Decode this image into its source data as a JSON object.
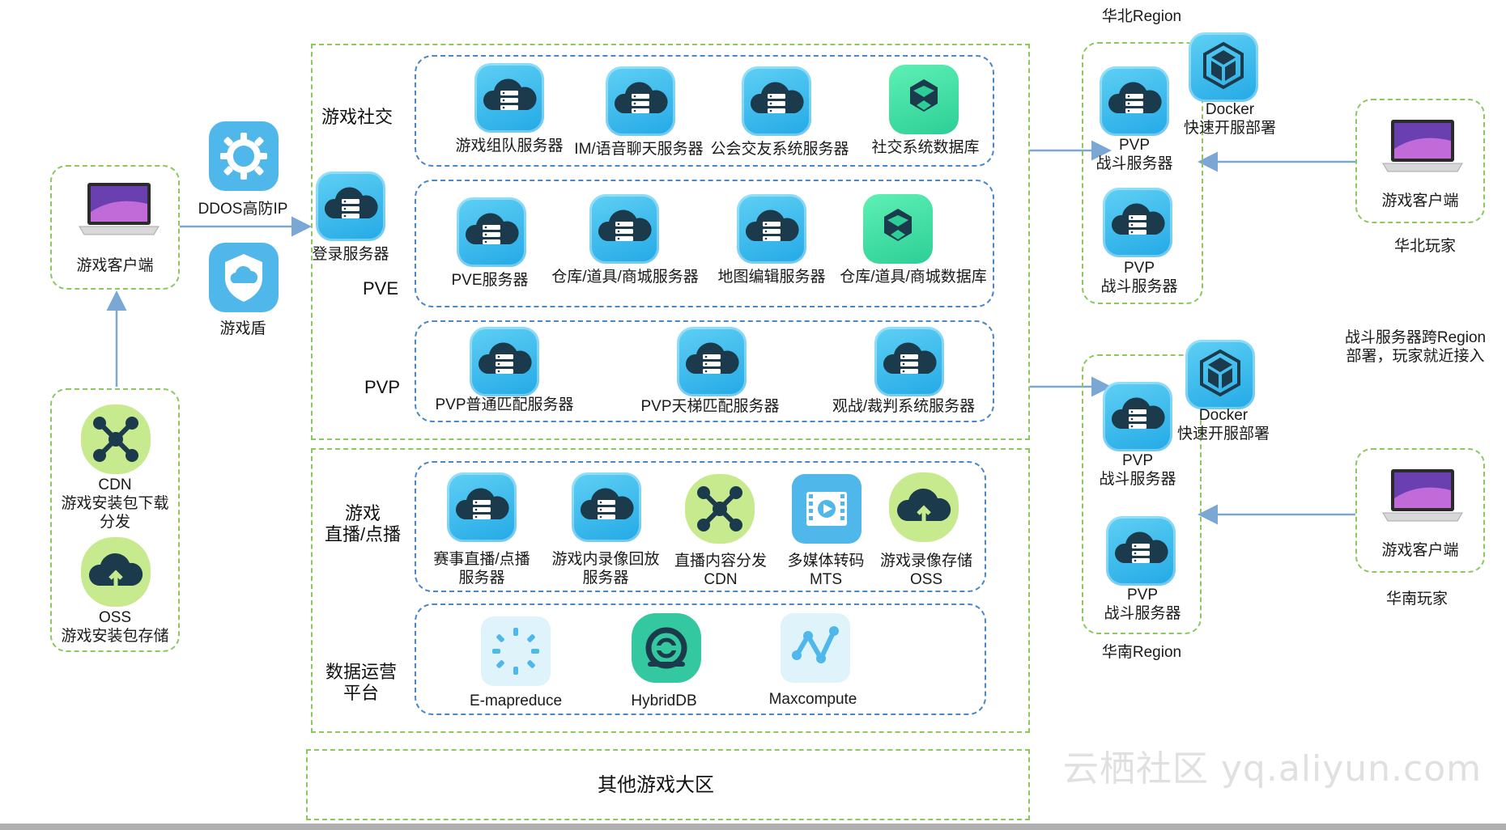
{
  "colors": {
    "green_dash": "#8cc760",
    "blue_dash": "#4a86c8",
    "arrow": "#7aa7d3",
    "icon_blue": "#23a9e6",
    "icon_green": "#2ccf96"
  },
  "left": {
    "client_label": "游戏客户端",
    "ddos_label": "DDOS高防IP",
    "shield_label": "游戏盾",
    "cdn_label": "CDN\n游戏安装包下载\n分发",
    "oss_label": "OSS\n游戏安装包存储"
  },
  "login_label": "登录服务器",
  "sections": {
    "social": {
      "title": "游戏社交",
      "items": [
        "游戏组队服务器",
        "IM/语音聊天服务器",
        "公会交友系统服务器",
        "社交系统数据库"
      ]
    },
    "pve": {
      "title": "PVE",
      "items": [
        "PVE服务器",
        "仓库/道具/商城服务器",
        "地图编辑服务器",
        "仓库/道具/商城数据库"
      ]
    },
    "pvp": {
      "title": "PVP",
      "items": [
        "PVP普通匹配服务器",
        "PVP天梯匹配服务器",
        "观战/裁判系统服务器"
      ]
    },
    "live": {
      "title": "游戏\n直播/点播",
      "items": [
        "赛事直播/点播\n服务器",
        "游戏内录像回放\n服务器",
        "直播内容分发\nCDN",
        "多媒体转码\nMTS",
        "游戏录像存储\nOSS"
      ]
    },
    "data": {
      "title": "数据运营\n平台",
      "items": [
        "E-mapreduce",
        "HybridDB",
        "Maxcompute"
      ]
    },
    "other": {
      "title": "其他游戏大区"
    }
  },
  "right": {
    "north_region": "华北Region",
    "south_region": "华南Region",
    "docker_label": "Docker\n快速开服部署",
    "pvp_label": "PVP\n战斗服务器",
    "client_label": "游戏客户端",
    "north_player": "华北玩家",
    "south_player": "华南玩家",
    "note": "战斗服务器跨Region\n部署，玩家就近接入"
  },
  "watermark": "云栖社区 yq.aliyun.com"
}
